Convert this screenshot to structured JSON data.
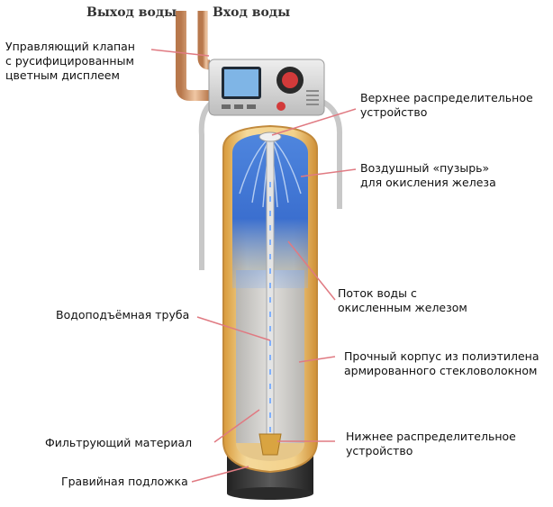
{
  "top_labels": {
    "water_out": "Выход воды",
    "water_in": "Вход воды"
  },
  "callouts": {
    "control_valve": [
      "Управляющий клапан",
      "с русифицированным",
      "цветным дисплеем"
    ],
    "upper_distributor": [
      "Верхнее распределительное",
      "устройство"
    ],
    "air_bubble": [
      "Воздушный «пузырь»",
      "для окисления железа"
    ],
    "water_flow": [
      "Поток воды с",
      "окисленным железом"
    ],
    "riser_tube": [
      "Водоподъёмная  труба"
    ],
    "housing": [
      "Прочный корпус из полиэтилена",
      "армированного стекловолокном"
    ],
    "filter_media": [
      "Фильтрующий  материал"
    ],
    "lower_distributor": [
      "Нижнее распределительное",
      "устройство"
    ],
    "gravel_bed": [
      "Гравийная подложка"
    ]
  },
  "colors": {
    "leader_line": "#e07a82",
    "tank_amber": "#e9b85c",
    "water_blue": "#3f7ad6",
    "media_gray": "#c9c9c9",
    "base": "#3a3a3a",
    "pipe_copper": "#d6a27a"
  }
}
